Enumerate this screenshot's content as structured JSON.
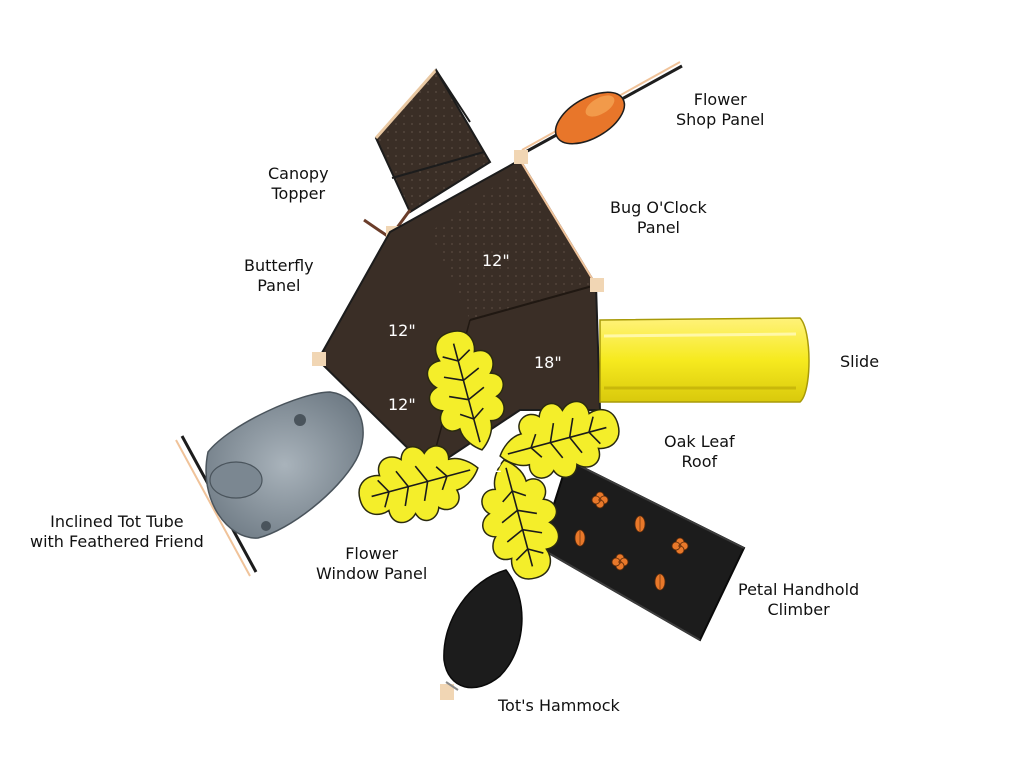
{
  "callouts": {
    "flower_shop_panel": [
      "Flower",
      "Shop Panel"
    ],
    "canopy_topper": [
      "Canopy",
      "Topper"
    ],
    "bug_oclock_panel": [
      "Bug O'Clock",
      "Panel"
    ],
    "butterfly_panel": [
      "Butterfly",
      "Panel"
    ],
    "slide": [
      "Slide"
    ],
    "oak_leaf_roof": [
      "Oak Leaf",
      "Roof"
    ],
    "inclined_tot_tube": [
      "Inclined Tot Tube",
      "with Feathered Friend"
    ],
    "flower_window_panel": [
      "Flower",
      "Window Panel"
    ],
    "petal_handhold_climber": [
      "Petal Handhold",
      "Climber"
    ],
    "tots_hammock": [
      "Tot's Hammock"
    ]
  },
  "deck_heights": {
    "top_deck": "12\"",
    "left_deck_upper": "12\"",
    "left_deck_lower": "12\"",
    "right_deck": "18\"",
    "center": "12"
  },
  "colors": {
    "deck": "#3a2e26",
    "deck_dark": "#2b221c",
    "roof_leaf": "#f4ee2a",
    "slide": "#f6ea1f",
    "tube": "#8b97a1",
    "climber": "#1c1c1c",
    "petal": "#e8782a",
    "flower_shop": "#e8762a",
    "post_cap": "#f1d6b4"
  }
}
